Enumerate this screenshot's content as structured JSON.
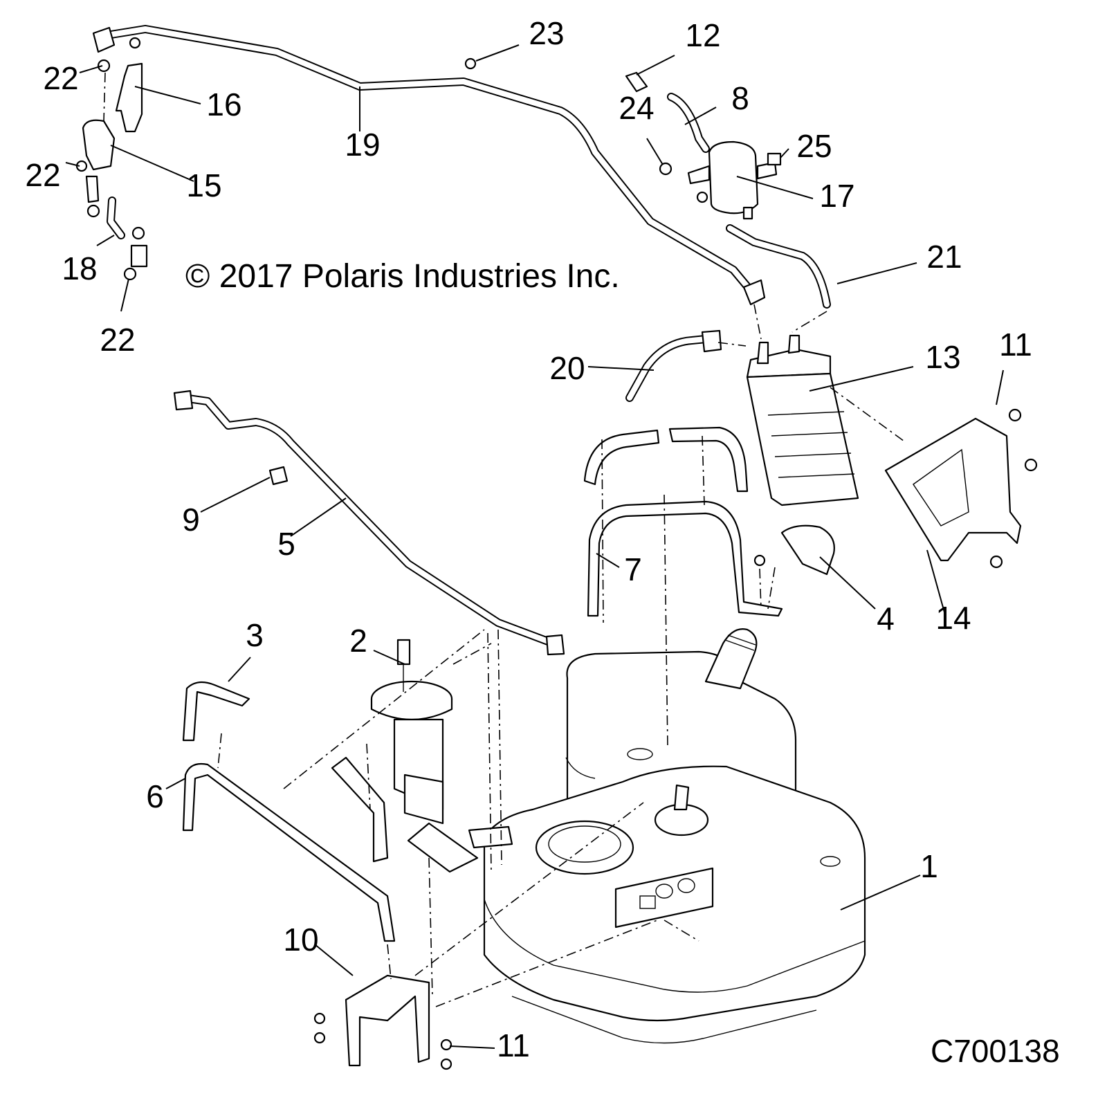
{
  "diagram": {
    "copyright": "© 2017 Polaris Industries Inc.",
    "drawing_number": "C700138",
    "callouts": [
      "1",
      "2",
      "3",
      "4",
      "5",
      "6",
      "7",
      "8",
      "9",
      "10",
      "11",
      "11",
      "12",
      "13",
      "14",
      "15",
      "16",
      "17",
      "18",
      "19",
      "20",
      "21",
      "22",
      "22",
      "22",
      "22",
      "23",
      "24",
      "25"
    ]
  }
}
